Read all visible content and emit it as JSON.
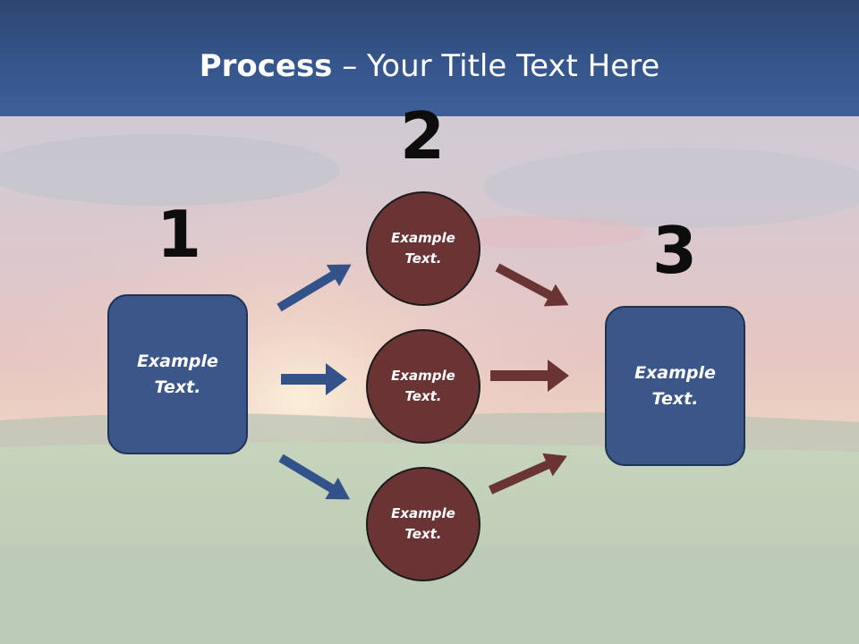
{
  "slide": {
    "title_bold": "Process",
    "title_rest": " – Your Title Text Here"
  },
  "steps": {
    "left": {
      "number": "1",
      "text": "Example\nText."
    },
    "middle": {
      "number": "2",
      "circles": [
        {
          "text": "Example\nText."
        },
        {
          "text": "Example\nText."
        },
        {
          "text": "Example\nText."
        }
      ]
    },
    "right": {
      "number": "3",
      "text": "Example\nText."
    }
  },
  "colors": {
    "blue_shape": "#3b5689",
    "brown_shape": "#6b3434",
    "blue_arrow": "#34528a",
    "brown_arrow": "#6b3434"
  }
}
